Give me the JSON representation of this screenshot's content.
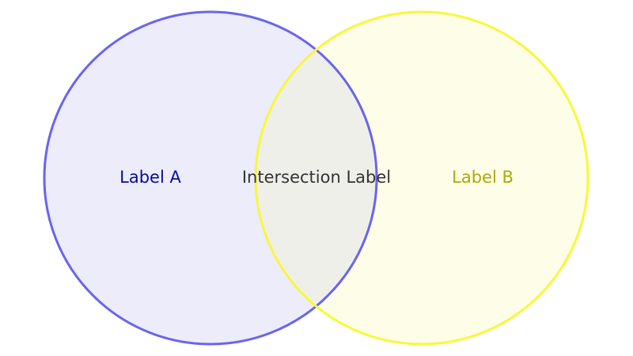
{
  "diagram": {
    "type": "venn",
    "sets": [
      {
        "id": "A",
        "label": "Label A",
        "fill": "#ececfb",
        "stroke": "#6a64ee",
        "text_color": "#0a0a9e"
      },
      {
        "id": "B",
        "label": "Label B",
        "fill": "#fefee8",
        "stroke": "#f8f83a",
        "text_color": "#aaaa0a"
      }
    ],
    "intersection": {
      "label": "Intersection Label",
      "fill": "#efefea",
      "text_color": "#333333"
    }
  }
}
